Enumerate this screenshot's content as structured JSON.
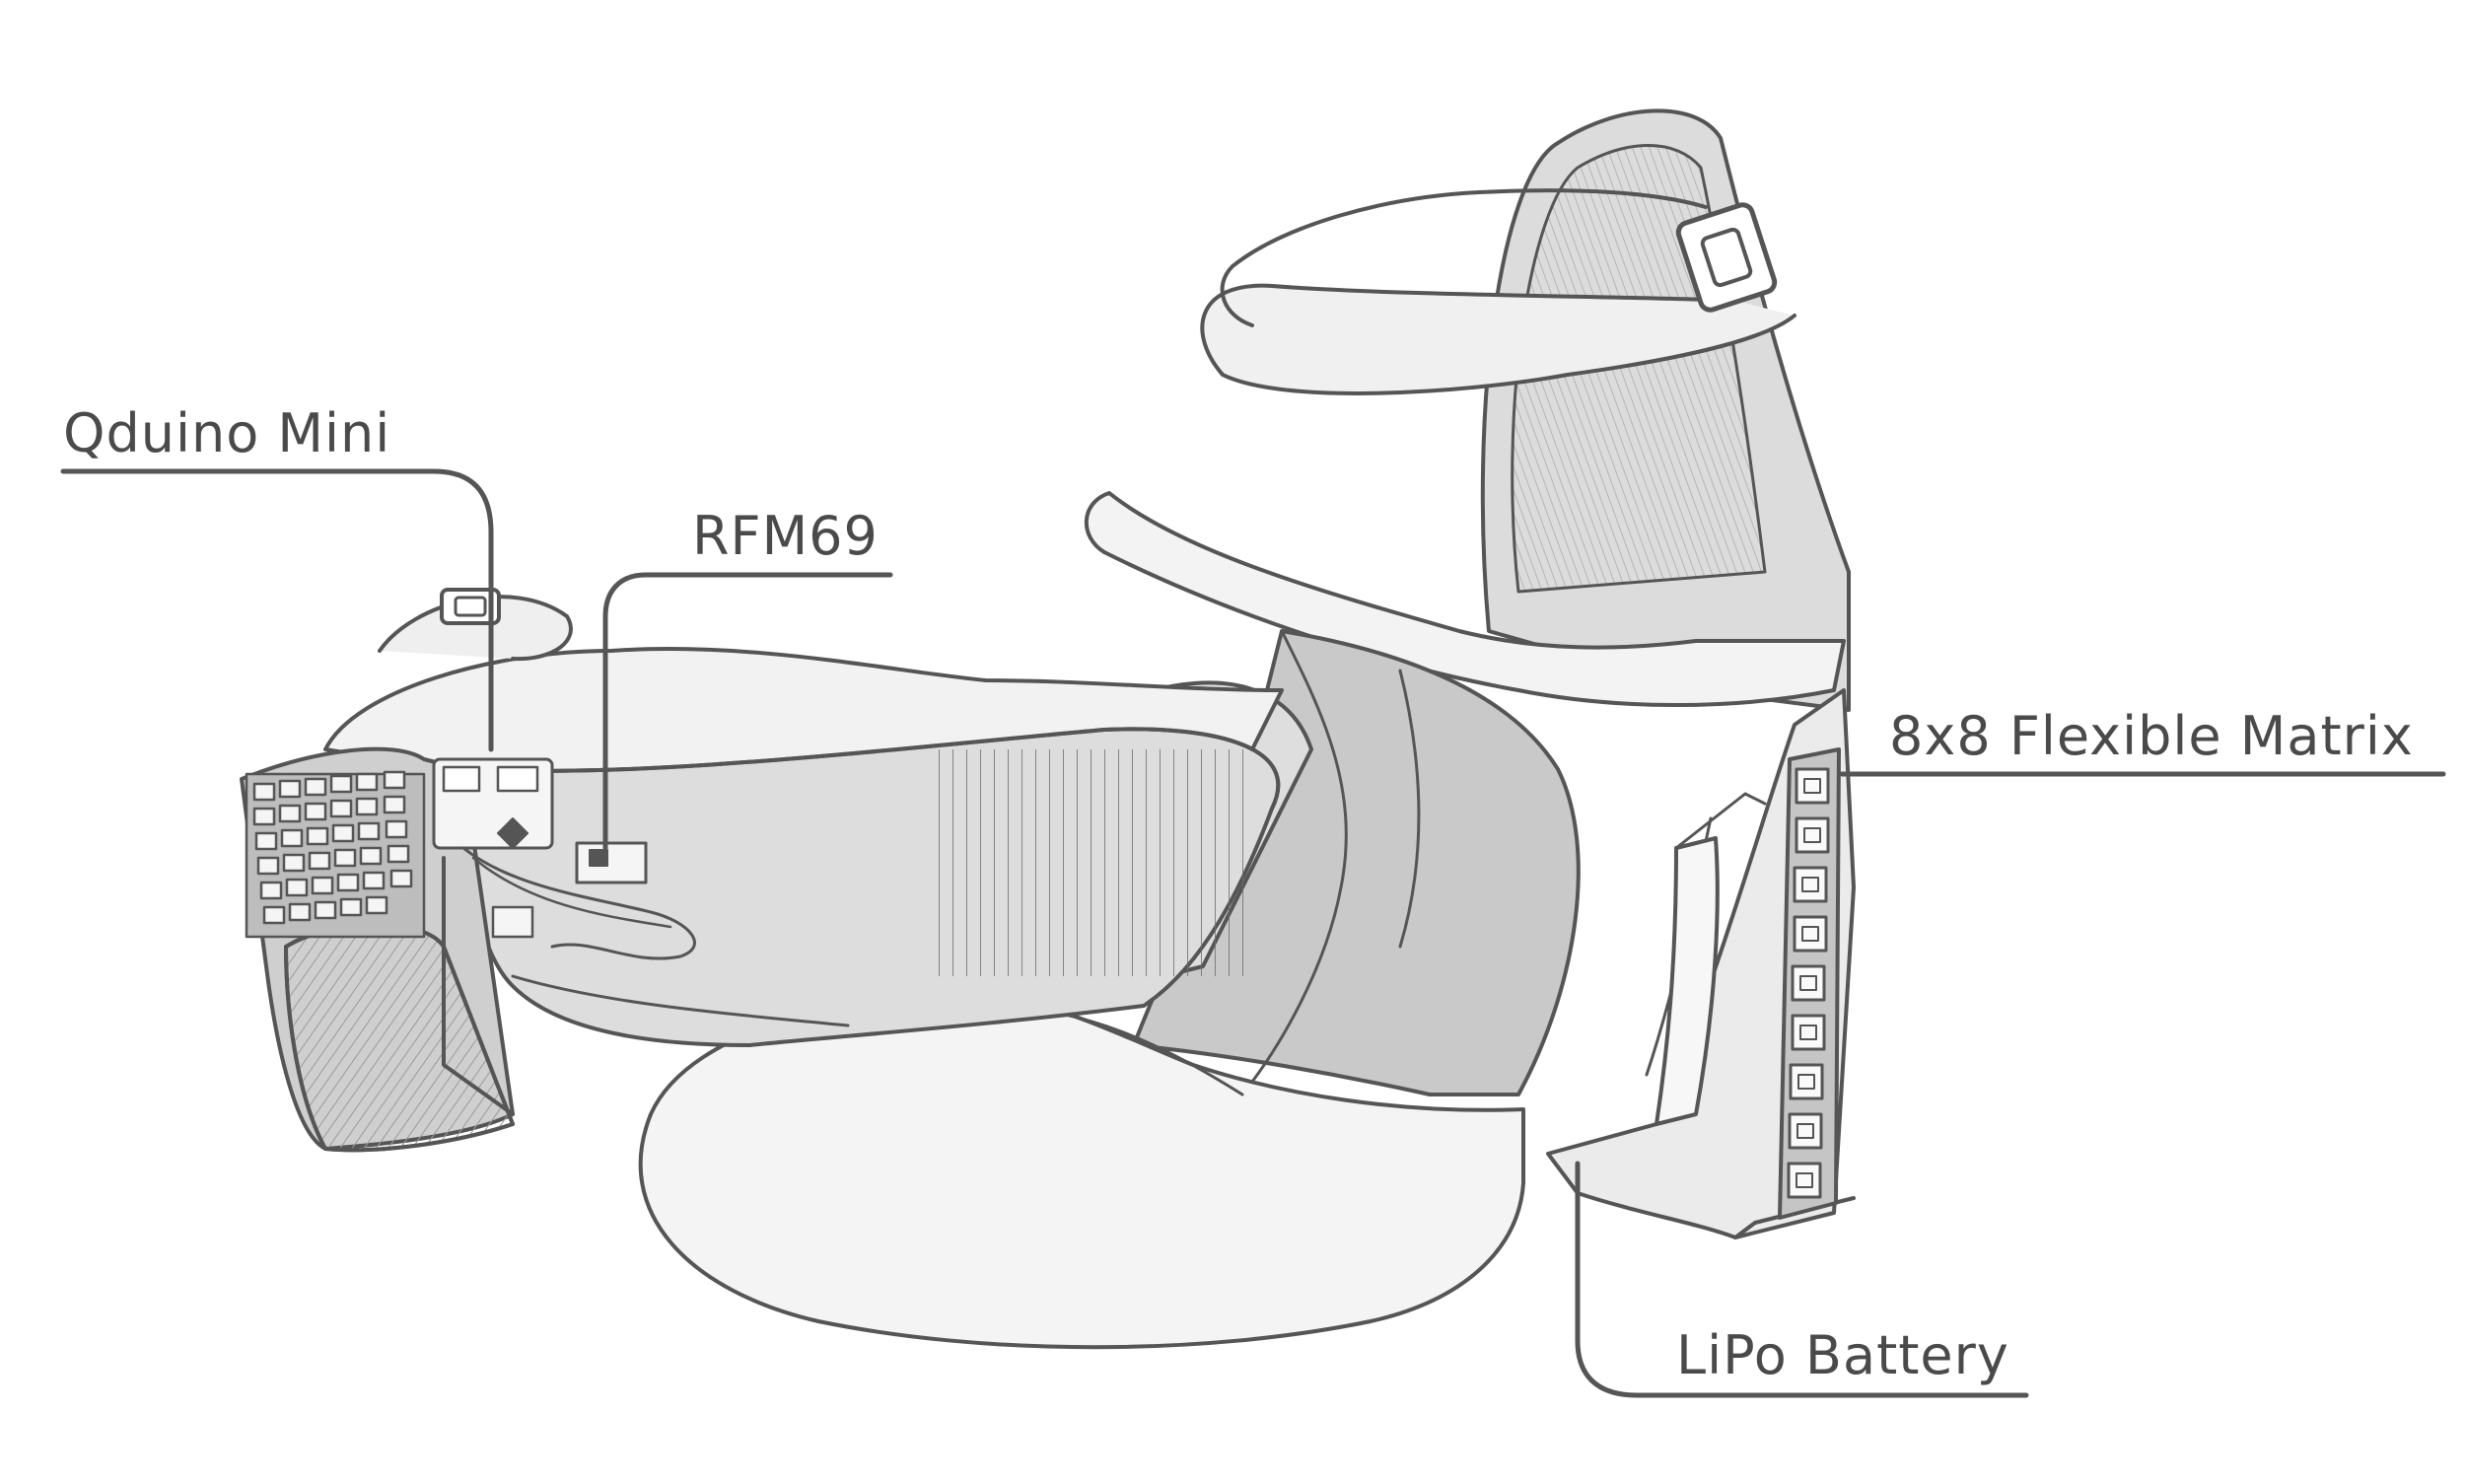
{
  "colors": {
    "ink": "#4a4a4a",
    "line": "#555555",
    "shade_light": "#e6e6e6",
    "shade_mid": "#cdcdcd",
    "shade_dark": "#a9a9a9",
    "background": "#ffffff"
  },
  "labels": {
    "qduino": "Qduino Mini",
    "rfm": "RFM69",
    "matrix": "8x8 Flexible Matrix",
    "lipo": "LiPo Battery"
  }
}
